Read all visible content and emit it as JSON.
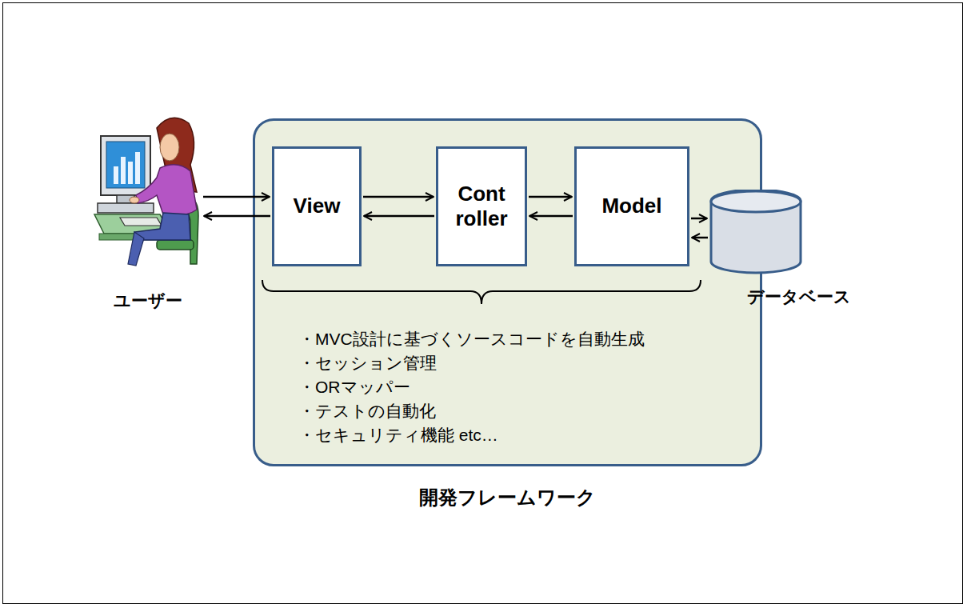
{
  "diagram": {
    "nodes": [
      {
        "text": [
          "ユーザー"
        ]
      },
      {
        "text": [
          "・MVC設計に基づくソースコードを自動生成",
          "・セッション管理",
          "・ORマッパー",
          "・テストの自動化",
          "・セキュリティ機能 etc…",
          "開発フレームワーク"
        ]
      },
      {
        "text": [
          "View"
        ],
        "in": 1
      },
      {
        "text": [
          "Cont roller"
        ],
        "in": 1
      },
      {
        "text": [
          "Model"
        ],
        "in": 1
      },
      {
        "text": [
          "データベース"
        ]
      }
    ],
    "edges": [
      {
        "from": 0,
        "to": 2,
        "arrow": "to"
      },
      {
        "from": 2,
        "to": 0,
        "arrow": "to"
      },
      {
        "from": 2,
        "to": 3,
        "arrow": "to"
      },
      {
        "from": 3,
        "to": 2,
        "arrow": "to"
      },
      {
        "from": 3,
        "to": 4,
        "arrow": "to"
      },
      {
        "from": 4,
        "to": 3,
        "arrow": "to"
      },
      {
        "from": 4,
        "to": 5,
        "arrow": "to"
      },
      {
        "from": 5,
        "to": 4,
        "arrow": "to"
      }
    ]
  }
}
